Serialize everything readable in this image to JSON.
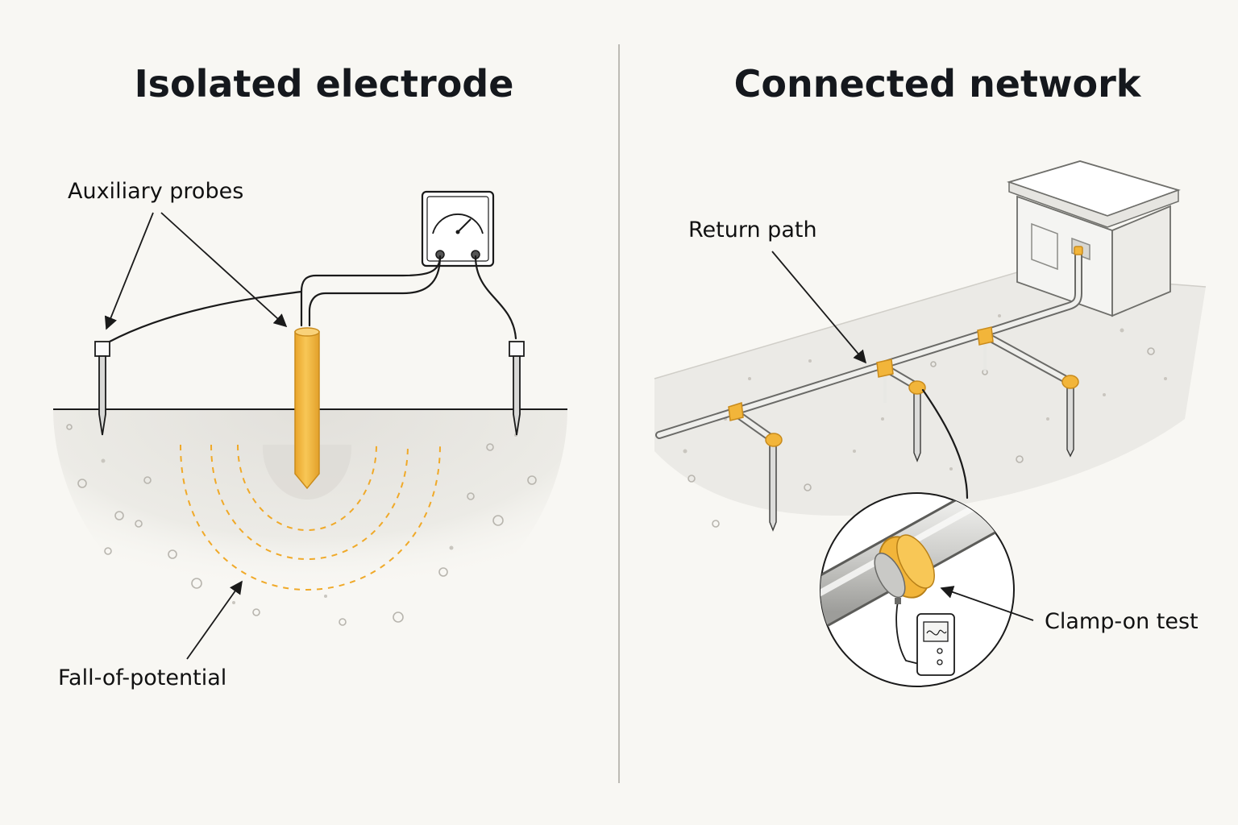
{
  "panels": {
    "left": {
      "title": "Isolated electrode",
      "labels": {
        "auxiliary_probes": "Auxiliary probes",
        "fall_of_potential": "Fall-of-potential"
      }
    },
    "right": {
      "title": "Connected network",
      "labels": {
        "return_path": "Return path",
        "clamp_on_test": "Clamp-on test"
      }
    }
  },
  "colors": {
    "background": "#f8f7f3",
    "accent": "#f2b53a",
    "ink": "#15181d",
    "soil": "#e4e2dd"
  }
}
